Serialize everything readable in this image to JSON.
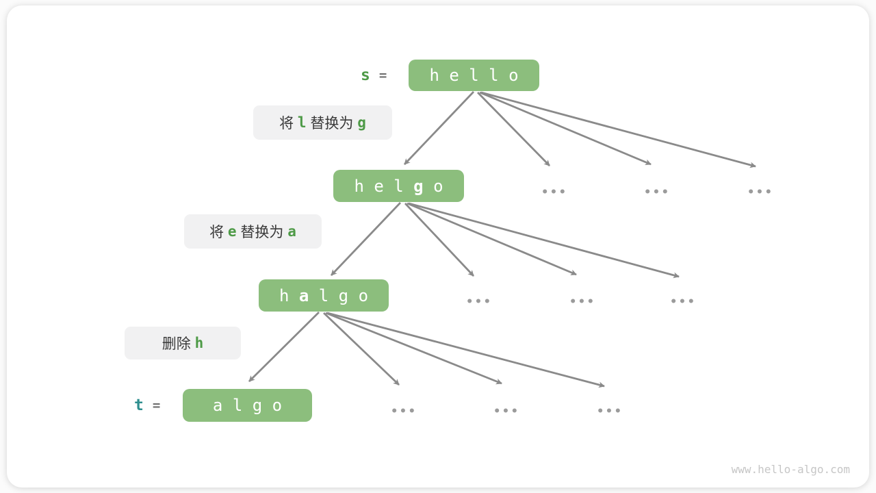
{
  "colors": {
    "box_green": "#8cbe7d",
    "accent_green": "#4e9a47",
    "teal": "#2f8f8f",
    "arrow_gray": "#8a8a8a",
    "label_bg": "#f1f1f2",
    "label_text": "#3a3a3a",
    "dots_gray": "#9b9b9b",
    "watermark_gray": "#c6c6c6"
  },
  "nodes": {
    "s_var": "s",
    "s_eq": "=",
    "hello": {
      "pre": "h e l l o",
      "bold": "",
      "post": ""
    },
    "helgo": {
      "pre": "h e l ",
      "bold": "g",
      "post": " o"
    },
    "halgo": {
      "pre": "h ",
      "bold": "a",
      "post": " l g o"
    },
    "t_var": "t",
    "t_eq": "=",
    "algo": {
      "pre": "a l g o",
      "bold": "",
      "post": ""
    }
  },
  "labels": {
    "replace_l_g": {
      "p1": "将 ",
      "a1": "l",
      "p2": " 替换为 ",
      "a2": "g"
    },
    "replace_e_a": {
      "p1": "将 ",
      "a1": "e",
      "p2": " 替换为 ",
      "a2": "a"
    },
    "delete_h": {
      "p1": "删除 ",
      "a1": "h",
      "p2": "",
      "a2": ""
    }
  },
  "ellipsis": "•••",
  "watermark": "www.hello-algo.com"
}
